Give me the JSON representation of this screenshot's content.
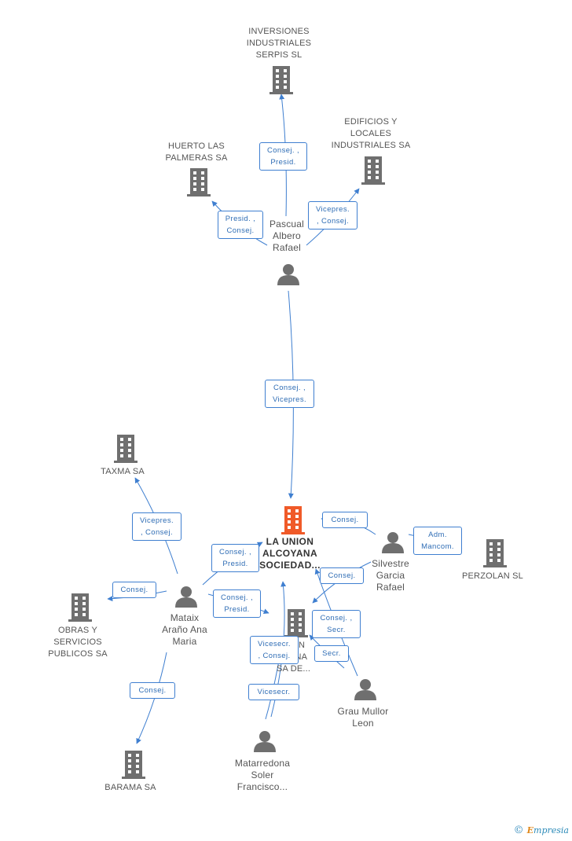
{
  "nodes": {
    "inversiones": [
      "INVERSIONES",
      "INDUSTRIALES",
      "SERPIS SL"
    ],
    "edificios": [
      "EDIFICIOS Y",
      "LOCALES",
      "INDUSTRIALES SA"
    ],
    "huerto": [
      "HUERTO LAS",
      "PALMERAS SA"
    ],
    "pascual": [
      "Pascual",
      "Albero",
      "Rafael"
    ],
    "main": [
      "LA UNION",
      "ALCOYANA",
      "SOCIEDAD..."
    ],
    "taxma": [
      "TAXMA SA"
    ],
    "silvestre": [
      "Silvestre",
      "Garcia",
      "Rafael"
    ],
    "perzolan": [
      "PERZOLAN SL"
    ],
    "mataix": [
      "Mataix",
      "Araño Ana",
      "Maria"
    ],
    "obras": [
      "OBRAS Y",
      "SERVICIOS",
      "PUBLICOS SA"
    ],
    "second_company": [
      "ION",
      "ANA",
      "SA DE..."
    ],
    "grau": [
      "Grau Mullor",
      "Leon"
    ],
    "barama": [
      "BARAMA SA"
    ],
    "matarredona": [
      "Matarredona",
      "Soler",
      "Francisco..."
    ]
  },
  "relations": {
    "r1": [
      "Consej. ,",
      "Presid."
    ],
    "r2": [
      "Vicepres.",
      ", Consej."
    ],
    "r3": [
      "Presid. ,",
      "Consej."
    ],
    "r4": [
      "Consej. ,",
      "Vicepres."
    ],
    "r5": [
      "Vicepres.",
      ", Consej."
    ],
    "r6": [
      "Consej."
    ],
    "r7": [
      "Adm.",
      "Mancom."
    ],
    "r8": [
      "Consej. ,",
      "Presid."
    ],
    "r9": [
      "Consej."
    ],
    "r10": [
      "Consej."
    ],
    "r11": [
      "Consej. ,",
      "Presid."
    ],
    "r12": [
      "Consej. ,",
      "Secr."
    ],
    "r13": [
      "Secr."
    ],
    "r14": [
      "Vicesecr.",
      ", Consej."
    ],
    "r15": [
      "Vicesecr."
    ],
    "r16": [
      "Consej."
    ]
  },
  "colors": {
    "edge": "#3f7fd0",
    "icon": "#6f6f6f",
    "main_icon": "#f05a28"
  },
  "icons": {
    "company": "building-icon",
    "person": "person-icon"
  },
  "brand": {
    "copyright": "©",
    "initial": "E",
    "rest": "mpresia"
  }
}
